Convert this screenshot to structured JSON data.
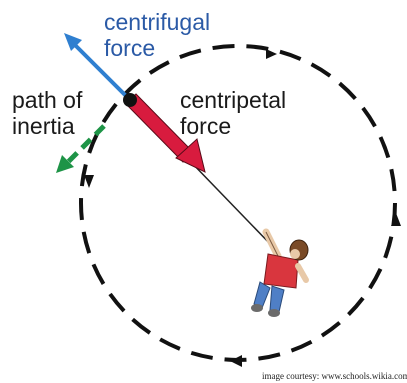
{
  "labels": {
    "centrifugal_line1": "centrifugal",
    "centrifugal_line2": "force",
    "path_line1": "path of",
    "path_line2": "inertia",
    "centripetal_line1": "centripetal",
    "centripetal_line2": "force"
  },
  "credit": "image courtesy: www.schools.wikia.com",
  "colors": {
    "centrifugal_arrow": "#2f7fd0",
    "centripetal_arrow": "#d81b3e",
    "inertia_arrow": "#1e9447",
    "circle": "#111111",
    "person_shirt": "#d9363e",
    "person_pants": "#4f7fc6",
    "person_hair": "#7a4a26",
    "person_skin": "#e8c9a8"
  },
  "icons": {
    "ball": "ball-icon",
    "person": "person-icon"
  }
}
